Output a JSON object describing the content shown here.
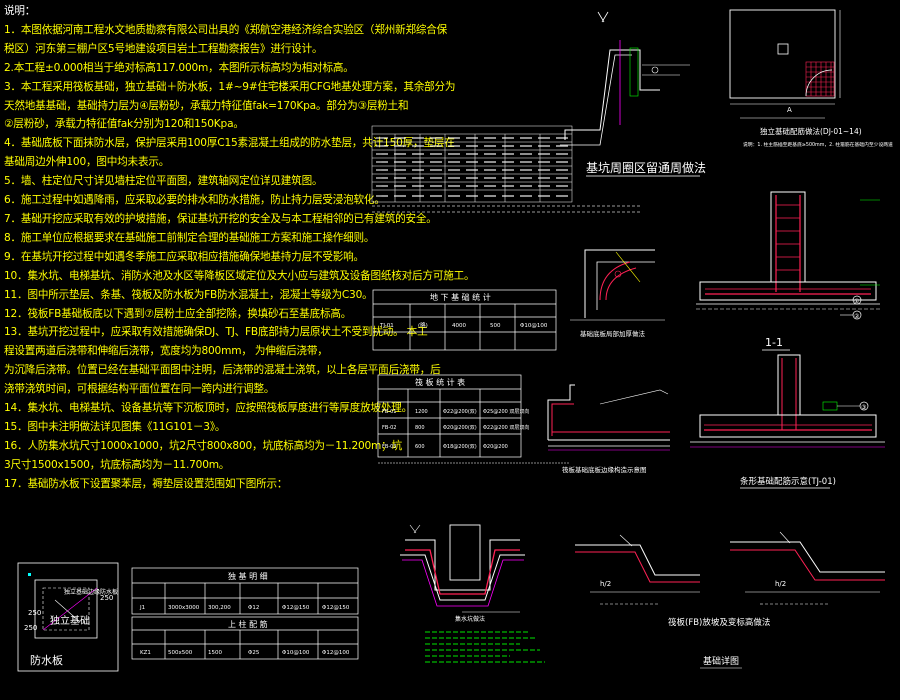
{
  "notes": {
    "heading": "说明：",
    "lines": [
      "1．本图依据河南工程水文地质勘察有限公司出具的《郑航空港经济综合实验区（郑州新郑综合保",
      "税区）河东第三棚户区5号地建设项目岩土工程勘察报告》进行设计。",
      "2.本工程±0.000相当于绝对标高117.000m，本图所示标高均为相对标高。",
      "3．本工程采用筏板基础，独立基础＋防水板，1#~9#住宅楼采用CFG地基处理方案，其余部分为",
      "天然地基基础，基础持力层为④层粉砂，承载力特征值fak=170Kpa。部分为③层粉土和",
      "②层粉砂，承载力特征值fak分别为120和150Kpa。",
      "4．基础底板下面抹防水层，保护层采用100厚C15素混凝土组成的防水垫层，共计150厚，垫层在",
      "基础周边外伸100，图中均未表示。",
      "5．墙、柱定位尺寸详见墙柱定位平面图，建筑轴网定位详见建筑图。",
      "6．施工过程中如遇降雨，应采取必要的排水和防水措施，防止持力层受浸泡软化。",
      "7．基础开挖应采取有效的护坡措施，保证基坑开挖的安全及与本工程相邻的已有建筑的安全。",
      "8．施工单位应根据要求在基础施工前制定合理的基础施工方案和施工操作细则。",
      "9．在基坑开挖过程中如遇冬季施工应采取相应措施确保地基持力层不受影响。",
      "10．集水坑、电梯基坑、消防水池及水区等降板区域定位及大小应与建筑及设备图纸核对后方可施工。",
      "11．图中所示垫层、条基、筏板及防水板为FB防水混凝土，混凝土等级为C30。",
      "12．筏板FB基础板底以下遇到⑦层粉土应全部挖除，换填砂石至基底标高。",
      "13．基坑开挖过程中，应采取有效措施确保DJ、TJ、FB底部持力层原状土不受到扰动。 本工",
      "程设置两道后浇带和伸缩后浇带，宽度均为800mm，          为伸缩后浇带，",
      "为沉降后浇带。位置已经在基础平面图中注明，后浇带的混凝土浇筑，以上各层平面后浇带，后",
      "浇带浇筑时间，可根据结构平面位置在同一跨内进行调整。",
      "14．集水坑、电梯基坑、设备基坑等下沉板顶时，应按照筏板厚度进行等厚度放坡处理。",
      "15．图中未注明做法详见图集《11G101－3》。",
      "16．人防集水坑尺寸1000x1000，坑2尺寸800x800，坑底标高均为－11.200m；坑",
      "3尺寸1500x1500，坑底标高均为－11.700m。",
      "17．基础防水板下设置聚苯层，褥垫层设置范围如下图所示："
    ]
  },
  "detail_bl": {
    "top_label": "独立基础边缘防水板",
    "dim_250": "250",
    "dim_250b": "250",
    "dim_250c": "250",
    "center_label": "独立基础",
    "bottom_label": "防水板"
  },
  "table_bl1": {
    "title": "独 基 明 细",
    "headers": [
      "",
      "",
      "",
      "",
      "",
      ""
    ],
    "row": [
      "J1",
      "3000x3000",
      "300,200",
      "Φ12",
      "Φ12@150",
      "Φ12@150"
    ]
  },
  "table_bl2": {
    "title": "上 柱 配 筋",
    "row": [
      "KZ1",
      "500x500",
      "1500",
      "Φ25",
      "Φ10@100",
      "Φ12@100"
    ]
  },
  "table_mid": {
    "title": "地 下 基 础 统 计",
    "row": [
      "TJ-01",
      "(略)",
      "4000",
      "500",
      "Φ10@100"
    ]
  },
  "table_fb": {
    "title": "筏 板 统 计 表",
    "rows": [
      [
        "FB-01",
        "1200",
        "Φ22@200(双)",
        "Φ25@200 双层双向"
      ],
      [
        "FB-02",
        "800",
        "Φ20@200(双)",
        "Φ22@200 双层双向"
      ],
      [
        "FB-03",
        "600",
        "Φ18@200(双)",
        "Φ20@200"
      ]
    ]
  },
  "captions": {
    "trench": "基坑周圈区留通周做法",
    "dj": "独立基础配筋做法(DJ-01~14)",
    "dj_note": "说明：1. 柱主筋插至距基底≥500mm，2. 柱箍筋在基础内至少设两道",
    "one_one": "1-1",
    "tj": "条形基础配筋示意(TJ-01)",
    "fb_edge": "筏板基础底板边缘构造示意图",
    "step_detail": "基础底板局部加厚做法",
    "sump": "集水坑做法",
    "fb_slope": "筏板(FB)放坡及变标高做法",
    "base_detail": "基础详图",
    "h1": "h/2",
    "h2": "h/2",
    "circle1": "①",
    "circle2": "②",
    "circle3": "③",
    "A": "A"
  },
  "colors": {
    "background": "#000000",
    "notes_text": "#ffff00",
    "heading": "#ffffff",
    "line_white": "#ffffff",
    "rebar": "#ff3366",
    "stirrup": "#ff2255",
    "green_note": "#00ff00",
    "cyan": "#00ffff",
    "hatch": "#ff00ff"
  }
}
